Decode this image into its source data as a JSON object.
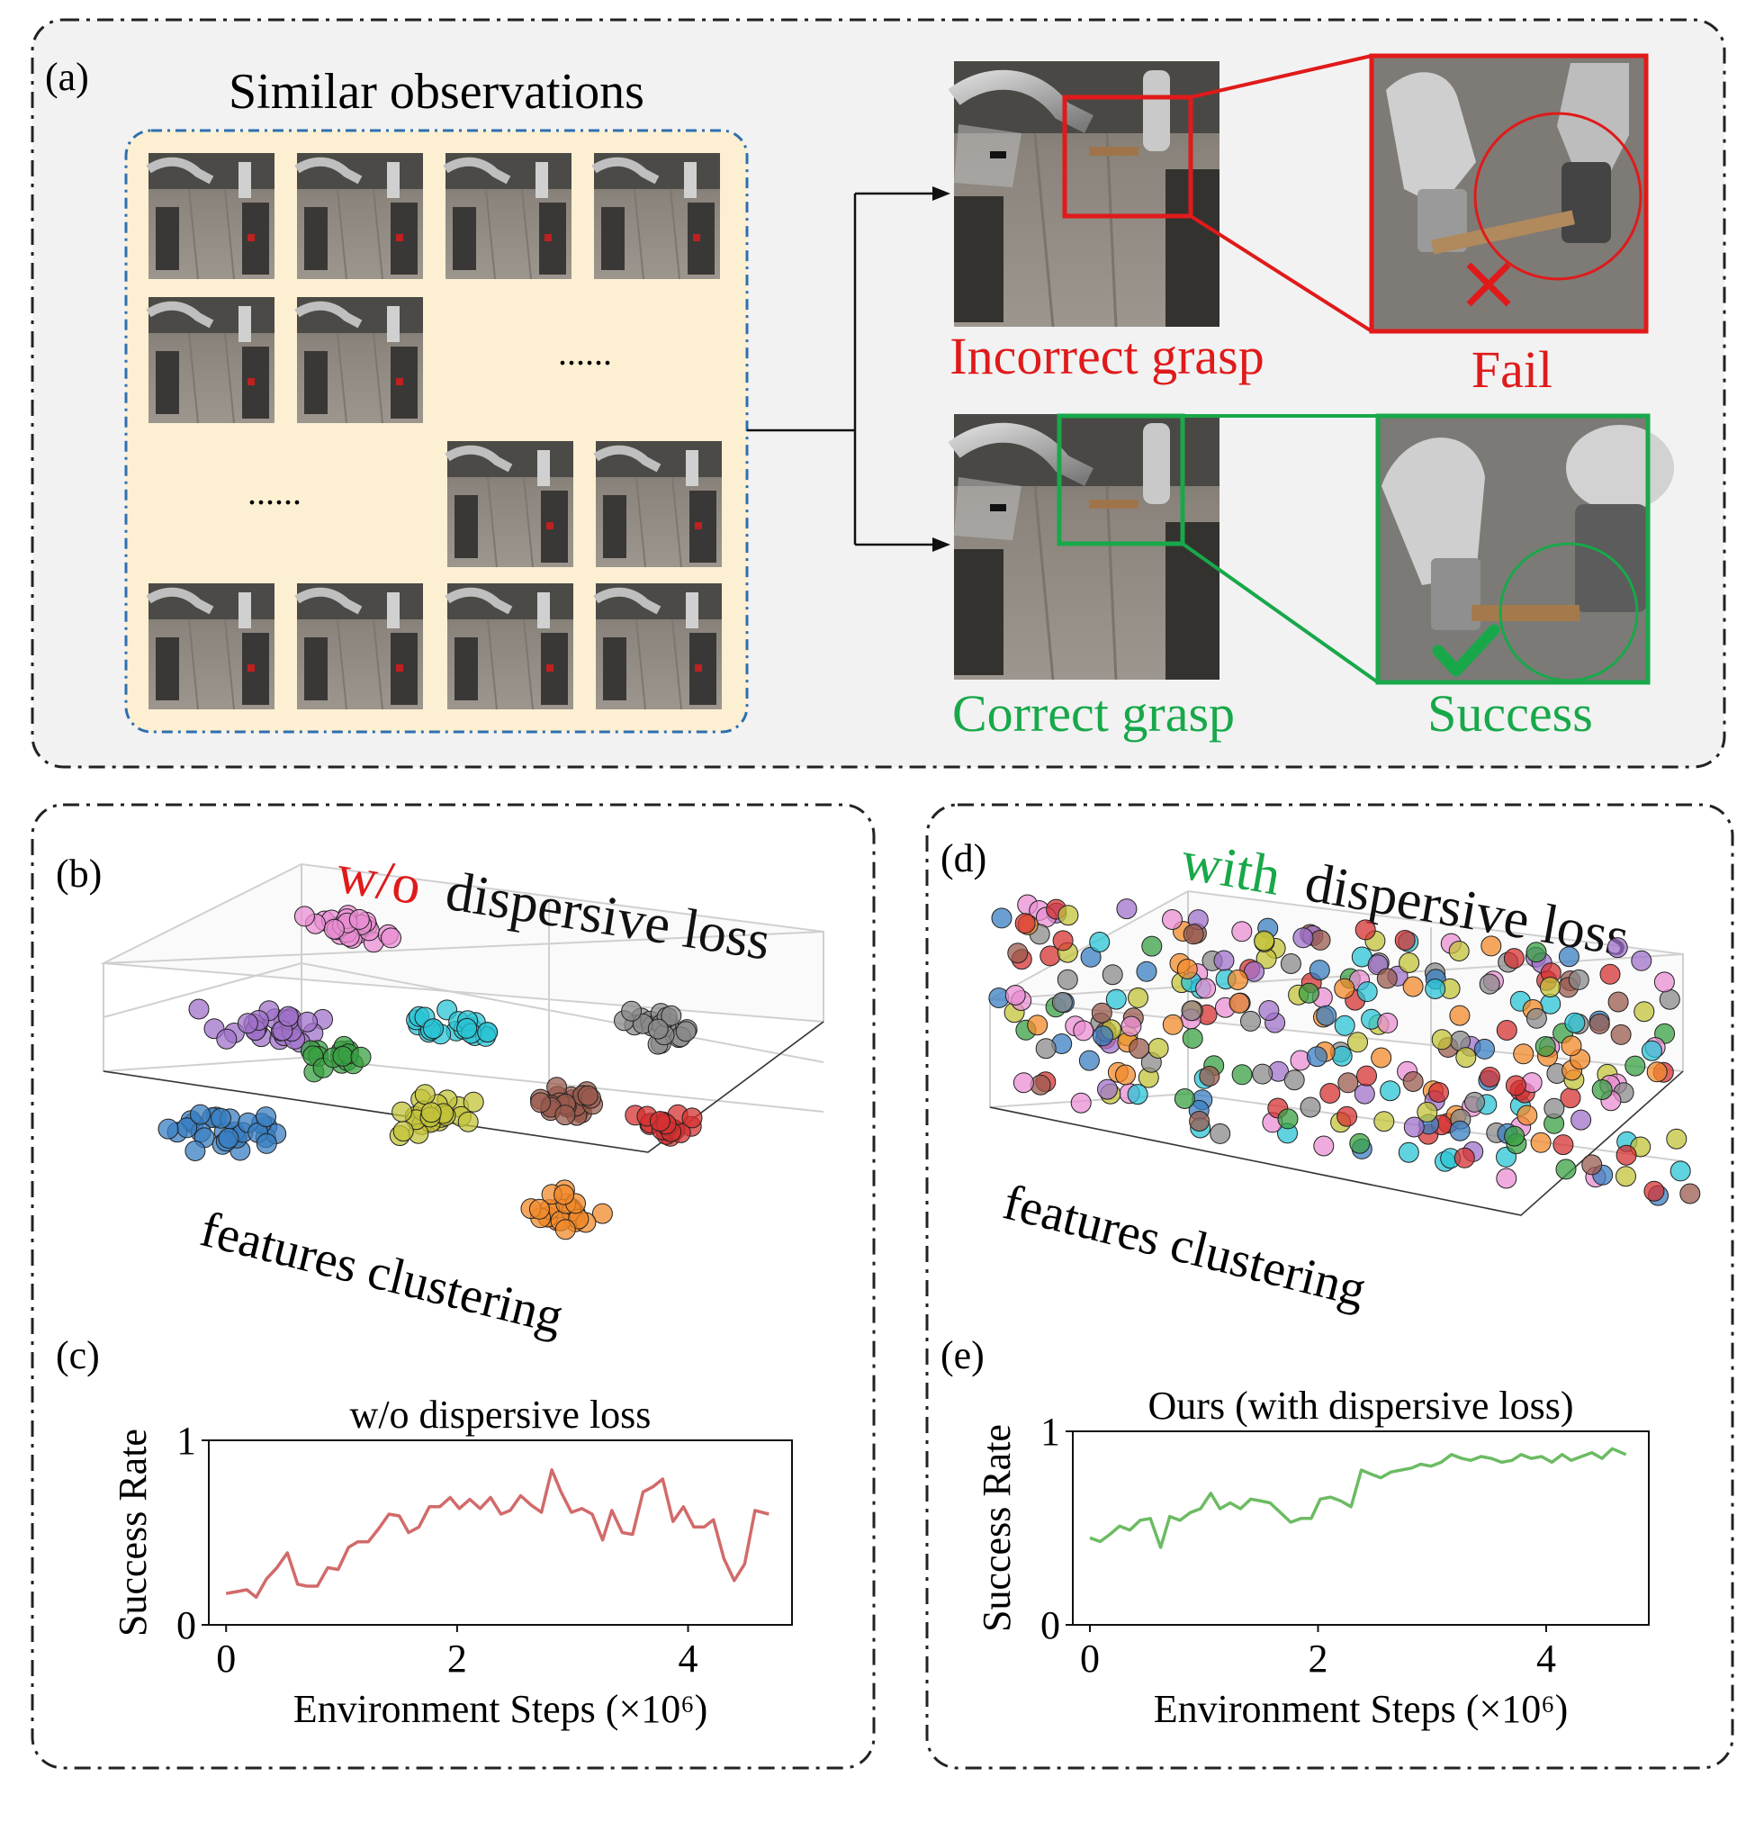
{
  "colors": {
    "panel_bg": "#f2f2f2",
    "obs_bg": "#fdf0d2",
    "red": "#e01a1a",
    "green": "#18a84a",
    "line_red": "#d26a6a",
    "line_green": "#6cbb63"
  },
  "panel_a": {
    "label": "(a)",
    "obs_title": "Similar observations",
    "ellipsis_1": "......",
    "ellipsis_2": "......",
    "incorrect_label": "Incorrect grasp",
    "fail_label": "Fail",
    "correct_label": "Correct grasp",
    "success_label": "Success",
    "fail_icon": "cross-icon",
    "success_icon": "check-icon"
  },
  "panel_b": {
    "label": "(b)",
    "title_prefix": "w/o",
    "title_rest": "dispersive loss",
    "axis_label": "features clustering"
  },
  "panel_d": {
    "label": "(d)",
    "title_prefix": "with",
    "title_rest": "dispersive loss",
    "axis_label": "features clustering"
  },
  "panel_c": {
    "label": "(c)"
  },
  "panel_e": {
    "label": "(e)"
  },
  "chart_data": [
    {
      "id": "c",
      "type": "line",
      "title": "w/o dispersive loss",
      "xlabel": "Environment Steps (×10⁶)",
      "ylabel": "Success Rate",
      "xlim": [
        -0.15,
        4.9
      ],
      "ylim": [
        0,
        1
      ],
      "xticks": [
        "0",
        "2",
        "4"
      ],
      "xtick_values": [
        0,
        2,
        4
      ],
      "yticks": [
        "0",
        "1"
      ],
      "ytick_values": [
        0,
        1
      ],
      "color": "#d26a6a",
      "x": [
        0,
        0.1,
        0.2,
        0.3,
        0.4,
        0.5,
        0.6,
        0.7,
        0.8,
        0.9,
        1.0,
        1.1,
        1.2,
        1.3,
        1.4,
        1.5,
        1.6,
        1.7,
        1.8,
        1.9,
        2.0,
        2.1,
        2.2,
        2.3,
        2.4,
        2.5,
        2.6,
        2.7,
        2.8,
        2.9,
        3.0,
        3.1,
        3.2,
        3.3,
        3.4,
        3.5,
        3.6,
        3.7,
        3.8,
        3.9,
        4.0,
        4.1,
        4.2,
        4.3,
        4.4,
        4.5,
        4.6,
        4.7
      ],
      "y": [
        0.17,
        0.18,
        0.19,
        0.15,
        0.25,
        0.31,
        0.39,
        0.22,
        0.21,
        0.21,
        0.31,
        0.3,
        0.42,
        0.45,
        0.45,
        0.52,
        0.6,
        0.59,
        0.5,
        0.53,
        0.64,
        0.64,
        0.69,
        0.63,
        0.68,
        0.63,
        0.69,
        0.6,
        0.62,
        0.7,
        0.65,
        0.61,
        0.84,
        0.72,
        0.61,
        0.63,
        0.6,
        0.46,
        0.62,
        0.5,
        0.49,
        0.72,
        0.75,
        0.79,
        0.56,
        0.64,
        0.53,
        0.53,
        0.57,
        0.36,
        0.24,
        0.33,
        0.62,
        0.6
      ],
      "x_full": [
        0,
        0.09,
        0.18,
        0.26,
        0.35,
        0.44,
        0.53,
        0.62,
        0.7,
        0.79,
        0.88,
        0.97,
        1.06,
        1.14,
        1.23,
        1.32,
        1.41,
        1.5,
        1.58,
        1.67,
        1.76,
        1.85,
        1.94,
        2.02,
        2.11,
        2.2,
        2.29,
        2.38,
        2.46,
        2.55,
        2.64,
        2.73,
        2.82,
        2.9,
        2.99,
        3.08,
        3.17,
        3.26,
        3.34,
        3.43,
        3.52,
        3.61,
        3.7,
        3.78,
        3.87,
        3.96,
        4.05,
        4.14,
        4.22,
        4.31,
        4.4,
        4.49,
        4.58,
        4.7
      ]
    },
    {
      "id": "e",
      "type": "line",
      "title": "Ours (with dispersive loss)",
      "xlabel": "Environment Steps (×10⁶)",
      "ylabel": "Success Rate",
      "xlim": [
        -0.15,
        4.9
      ],
      "ylim": [
        0,
        1
      ],
      "xticks": [
        "0",
        "2",
        "4"
      ],
      "xtick_values": [
        0,
        2,
        4
      ],
      "yticks": [
        "0",
        "1"
      ],
      "ytick_values": [
        0,
        1
      ],
      "color": "#6cbb63",
      "x_full": [
        0,
        0.09,
        0.18,
        0.26,
        0.35,
        0.44,
        0.53,
        0.62,
        0.7,
        0.79,
        0.88,
        0.97,
        1.06,
        1.14,
        1.23,
        1.32,
        1.41,
        1.5,
        1.58,
        1.67,
        1.76,
        1.85,
        1.94,
        2.02,
        2.11,
        2.2,
        2.29,
        2.38,
        2.46,
        2.55,
        2.64,
        2.73,
        2.82,
        2.9,
        2.99,
        3.08,
        3.17,
        3.26,
        3.34,
        3.43,
        3.52,
        3.61,
        3.7,
        3.78,
        3.87,
        3.96,
        4.05,
        4.14,
        4.22,
        4.31,
        4.4,
        4.49,
        4.58,
        4.7
      ],
      "y": [
        0.45,
        0.43,
        0.47,
        0.51,
        0.49,
        0.54,
        0.55,
        0.4,
        0.56,
        0.54,
        0.58,
        0.6,
        0.68,
        0.6,
        0.63,
        0.6,
        0.65,
        0.64,
        0.63,
        0.58,
        0.53,
        0.55,
        0.55,
        0.65,
        0.66,
        0.64,
        0.61,
        0.8,
        0.78,
        0.76,
        0.79,
        0.8,
        0.81,
        0.83,
        0.82,
        0.84,
        0.88,
        0.86,
        0.85,
        0.87,
        0.86,
        0.84,
        0.85,
        0.88,
        0.86,
        0.87,
        0.84,
        0.88,
        0.85,
        0.87,
        0.89,
        0.86,
        0.91,
        0.88
      ]
    }
  ]
}
